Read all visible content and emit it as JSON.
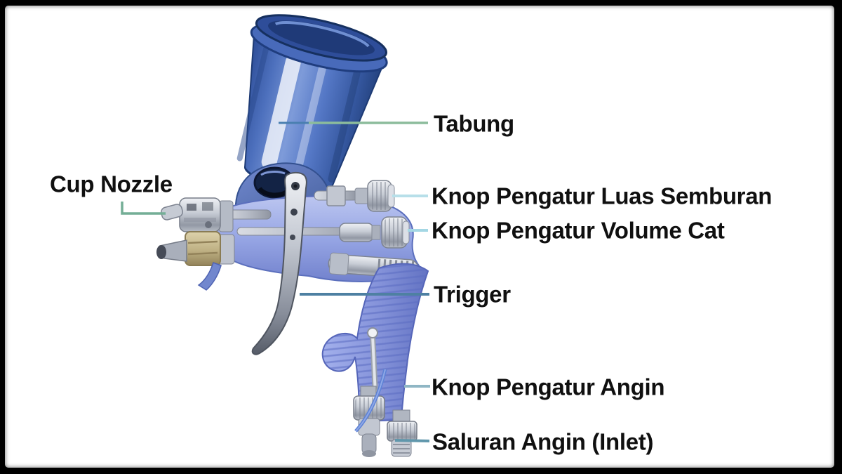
{
  "diagram": {
    "type": "labeled-parts-diagram",
    "labels": {
      "tabung": {
        "text": "Tabung",
        "points_to": "paint-cup"
      },
      "cup_nozzle": {
        "text": "Cup Nozzle",
        "points_to": "nozzle-assembly"
      },
      "knop_luas": {
        "text": "Knop Pengatur Luas Semburan",
        "points_to": "spray-width-knob"
      },
      "knop_volume": {
        "text": "Knop Pengatur Volume Cat",
        "points_to": "fluid-volume-knob"
      },
      "trigger": {
        "text": "Trigger",
        "points_to": "trigger-lever"
      },
      "knop_angin": {
        "text": "Knop Pengatur Angin",
        "points_to": "air-adjust-knob"
      },
      "saluran": {
        "text": "Saluran Angin (Inlet)",
        "points_to": "air-inlet-fitting"
      }
    },
    "colors": {
      "frame": "#000000",
      "background": "#ffffff",
      "cup_blue": "#4d70bd",
      "body_blue": "#96a5e4",
      "metal": "#c6cbd4",
      "brass": "#bfb184",
      "label_text": "#101010",
      "leader_green": "#8cbc9c",
      "leader_cyan": "#a4d7e4",
      "leader_steel": "#4e80a2"
    }
  }
}
